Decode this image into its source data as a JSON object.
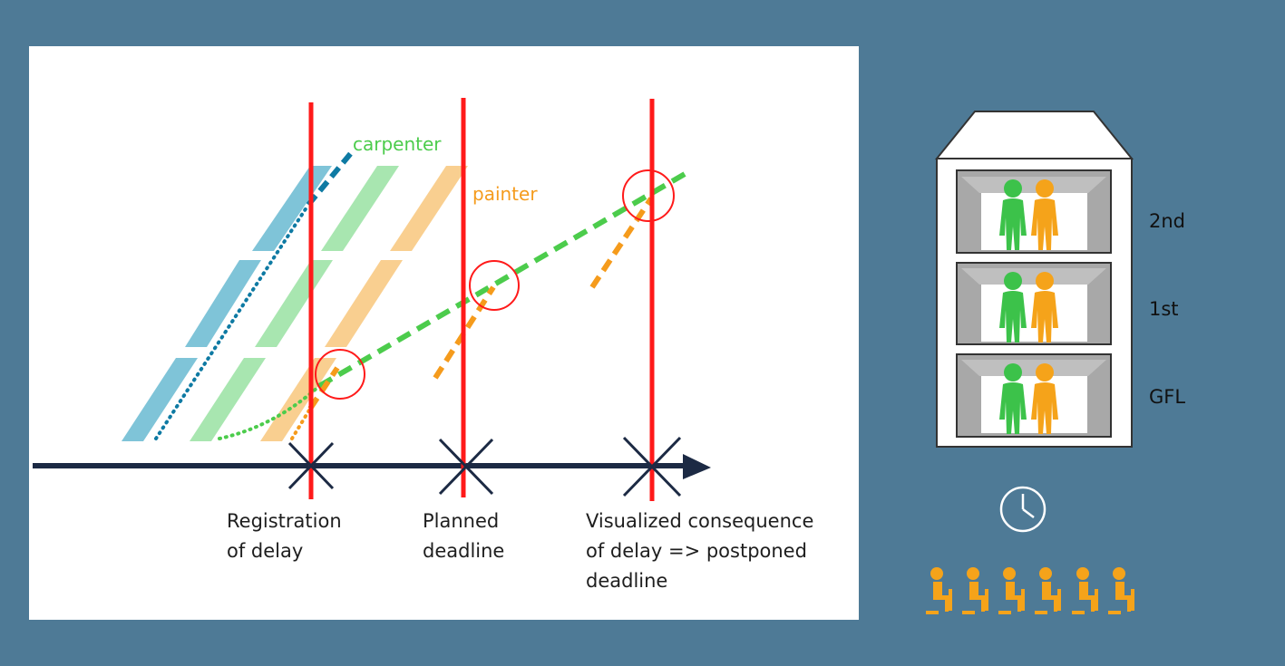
{
  "labels": {
    "carpenter": "carpenter",
    "painter": "painter"
  },
  "captions": {
    "registration": [
      "Registration",
      "of delay"
    ],
    "planned": [
      "Planned",
      "deadline"
    ],
    "visualized": [
      "Visualized consequence",
      "of delay => postponed",
      "deadline"
    ]
  },
  "floors": [
    "2nd",
    "1st",
    "GFL"
  ],
  "colors": {
    "background": "#4e7a96",
    "timeline": "#1c2a44",
    "deadline_line": "#ff1a1a",
    "carpenter": "#4ccc4c",
    "painter": "#f59b1c",
    "blue_task": "#7fc4d8",
    "blue_dash": "#0e7aa3",
    "green_band": "#a8e6b0",
    "orange_band": "#f9cf90",
    "worker_green": "#3cc24a",
    "worker_orange": "#f5a31a"
  },
  "icons": {
    "clock": "clock-icon",
    "workers": "seated-worker-icon",
    "standing": "standing-worker-icon"
  },
  "waiting_workers_count": 6
}
